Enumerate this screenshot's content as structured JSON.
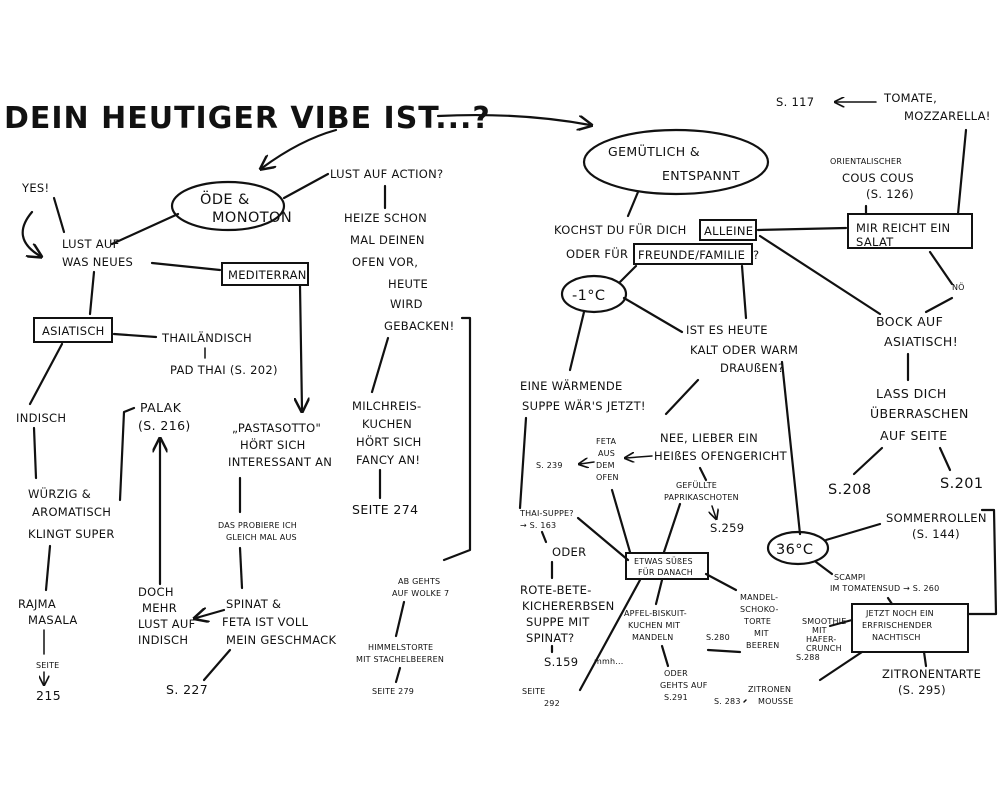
{
  "title": "DEIN HEUTIGER VIBE IST...?",
  "left": {
    "oede": [
      "ÖDE &",
      "MONOTON"
    ],
    "lust_action": "LUST AUF ACTION?",
    "yes": "YES!",
    "lust_neues": [
      "LUST AUF",
      "WAS NEUES"
    ],
    "mediterran": "MEDITERRAN",
    "asiatisch": "ASIATISCH",
    "thai": [
      "THAILÄNDISCH",
      "PAD THAI (S. 202)"
    ],
    "indisch": "INDISCH",
    "palak": [
      "PALAK",
      "(S. 216)"
    ],
    "pastasotto": [
      "„PASTASOTTO\"",
      "HÖRT SICH",
      "INTERESSANT AN"
    ],
    "wuerzig": [
      "WÜRZIG &",
      "AROMATISCH",
      "KLINGT SUPER"
    ],
    "probiere": [
      "DAS PROBIERE ICH",
      "GLEICH MAL AUS"
    ],
    "rajma": [
      "RAJMA",
      "MASALA"
    ],
    "seite215": [
      "SEITE",
      "215"
    ],
    "doch": [
      "DOCH",
      "MEHR",
      "LUST AUF",
      "INDISCH"
    ],
    "spinat": [
      "SPINAT &",
      "FETA IST VOLL",
      "MEIN GESCHMACK"
    ],
    "s227": "S. 227",
    "ofen": [
      "HEIZE SCHON",
      "MAL DEINEN",
      "OFEN VOR,",
      "HEUTE",
      "WIRD",
      "GEBACKEN!"
    ],
    "milchreis": [
      "MILCHREIS-",
      "KUCHEN",
      "HÖRT SICH",
      "FANCY AN!"
    ],
    "seite274": "SEITE 274",
    "wolke": [
      "AB GEHTS",
      "AUF WOLKE 7"
    ],
    "himmel": [
      "HIMMELSTORTE",
      "MIT STACHELBEEREN"
    ],
    "seite279": "SEITE 279"
  },
  "right": {
    "gemuetlich": [
      "GEMÜTLICH &",
      "ENTSPANNT"
    ],
    "kochst": [
      "KOCHST DU FÜR DICH",
      "ALLEINE",
      "ODER FÜR",
      "FREUNDE/FAMILIE",
      "?"
    ],
    "s117": "S. 117",
    "tomate": [
      "TOMATE,",
      "MOZZARELLA!"
    ],
    "couscous": [
      "ORIENTALISCHER",
      "COUS COUS",
      "(S. 126)"
    ],
    "salat": [
      "MIR REICHT EIN",
      "SALAT"
    ],
    "noe": "NÖ",
    "bock": [
      "BOCK AUF",
      "ASIATISCH!"
    ],
    "minus1": "-1°C",
    "kalt": [
      "IST ES HEUTE",
      "KALT ODER WARM",
      "DRAUßEN?"
    ],
    "lass": [
      "LASS DICH",
      "ÜBERRASCHEN",
      "AUF SEITE"
    ],
    "s208": "S.208",
    "s201": "S.201",
    "suppe": [
      "EINE WÄRMENDE",
      "SUPPE WÄR'S JETZT!"
    ],
    "nee": [
      "NEE, LIEBER EIN",
      "HEIßES OFENGERICHT"
    ],
    "feta": [
      "FETA",
      "AUS",
      "DEM",
      "OFEN"
    ],
    "s239": "S. 239",
    "paprika": [
      "GEFÜLLTE",
      "PAPRIKASCHOTEN"
    ],
    "s259": "S.259",
    "thaisuppe": [
      "THAI-SUPPE?",
      "→ S. 163"
    ],
    "oder": "ODER",
    "etwas": [
      "ETWAS SÜßES",
      "FÜR DANACH"
    ],
    "c36": "36°C",
    "sommer": [
      "SOMMERROLLEN",
      "(S. 144)"
    ],
    "scampi": [
      "SCAMPI",
      "IM TOMATENSUD → S. 260"
    ],
    "rote": [
      "ROTE-BETE-",
      "KICHERERBSEN",
      "SUPPE MIT",
      "SPINAT?"
    ],
    "s159": "S.159",
    "apfel": [
      "APFEL-BISKUIT-",
      "KUCHEN MIT",
      "MANDELN"
    ],
    "mandel": [
      "MANDEL-",
      "SCHOKO-",
      "TORTE",
      "MIT",
      "BEEREN"
    ],
    "s280": "S.280",
    "jetzt": [
      "JETZT NOCH EIN",
      "ERFRISCHENDER",
      "NACHTISCH"
    ],
    "smoothie": [
      "SMOOTHIE",
      "MIT",
      "HAFER-",
      "CRUNCH"
    ],
    "s288": "S.288",
    "mmh": "mmh...",
    "seite292": [
      "SEITE",
      "292"
    ],
    "s291": [
      "ODER",
      "GEHTS AUF",
      "S.291"
    ],
    "zitronenmousse": [
      "ZITRONEN",
      "MOUSSE"
    ],
    "s283": "S. 283",
    "zitronentarte": [
      "ZITRONENTARTE",
      "(S. 295)"
    ]
  }
}
